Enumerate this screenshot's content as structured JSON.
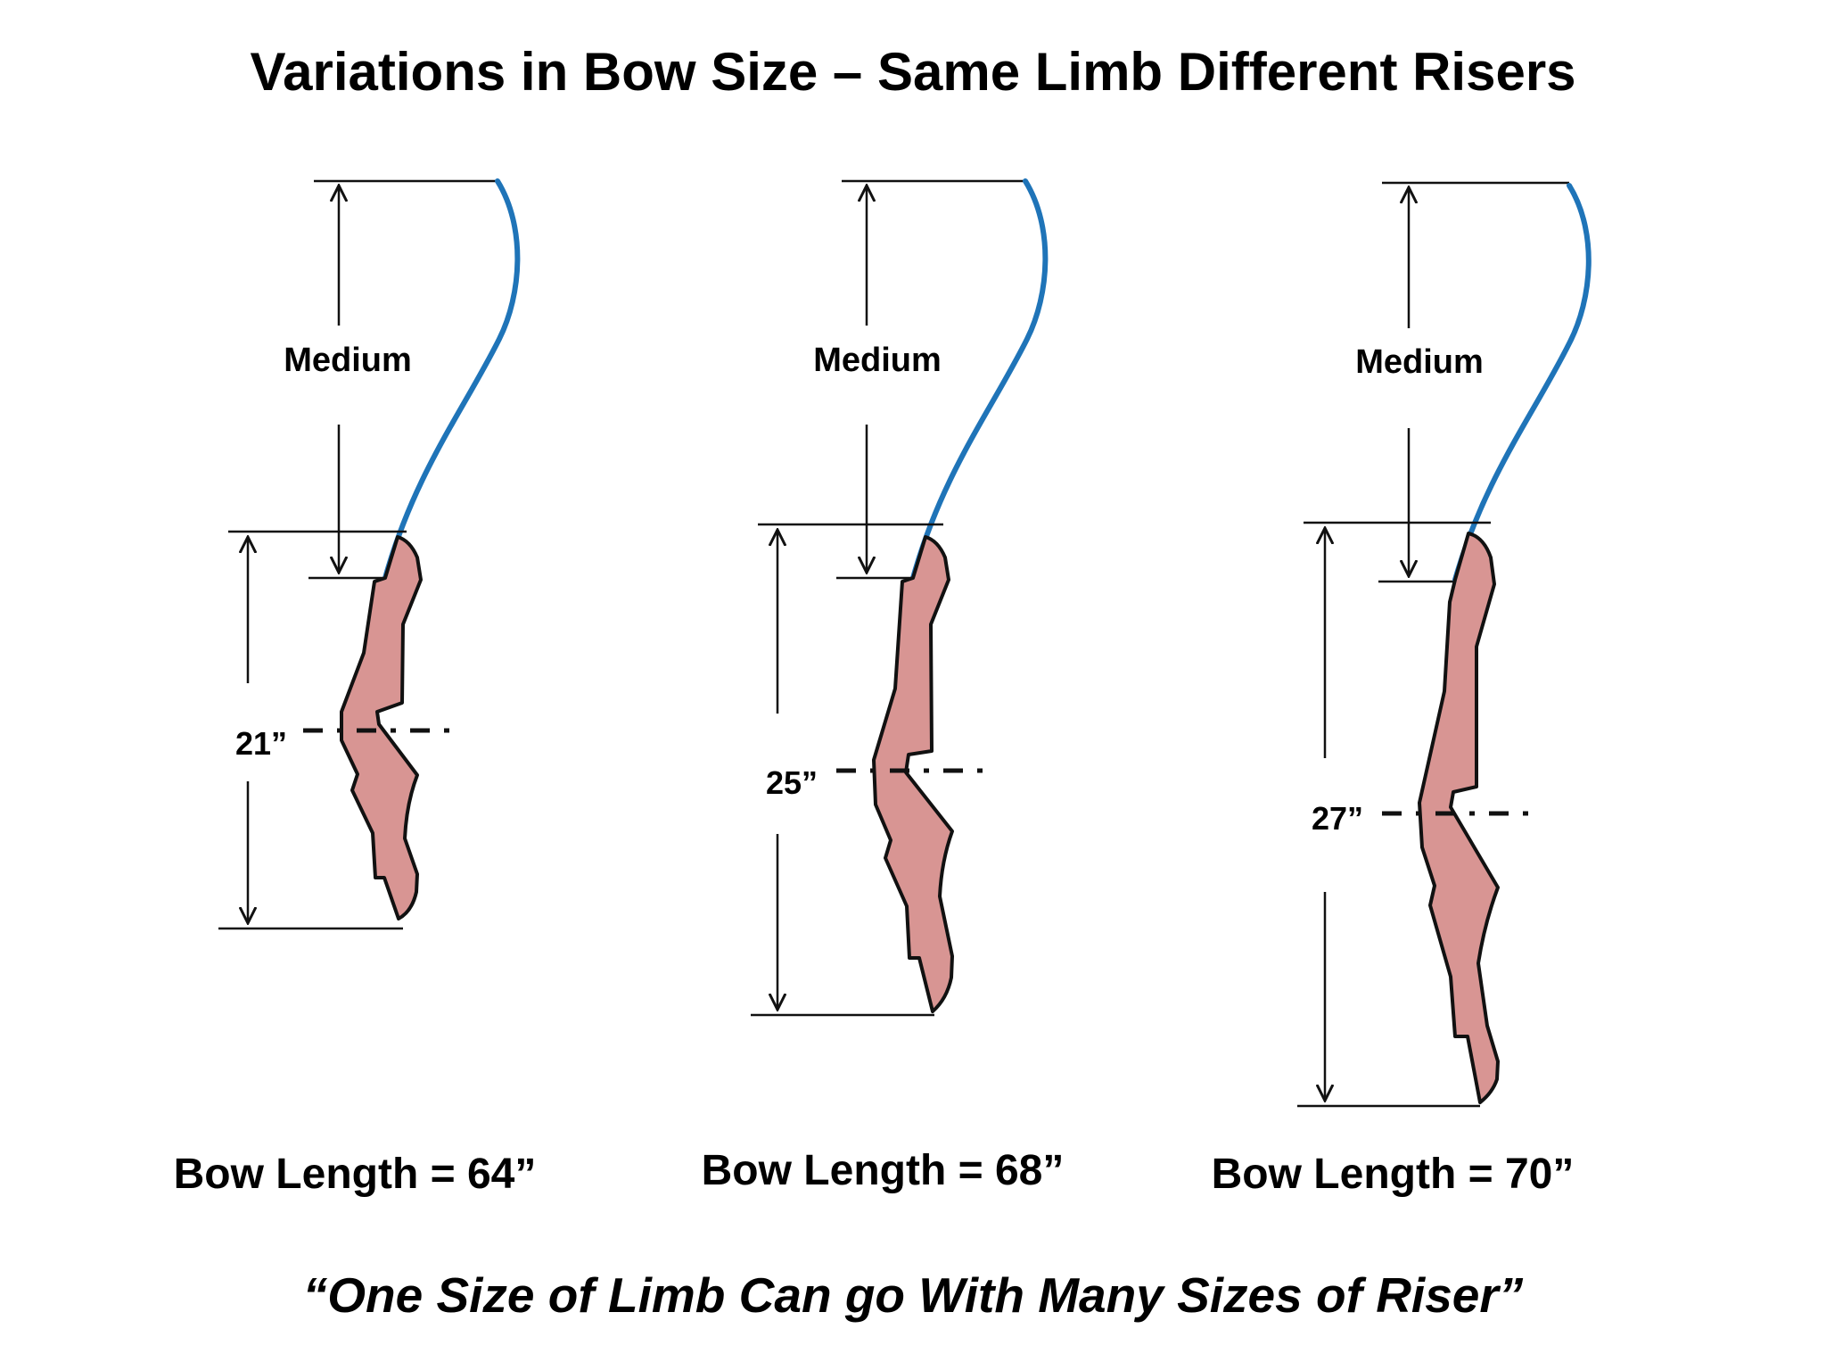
{
  "title": "Variations in Bow Size – Same Limb Different Risers",
  "footer": "“One Size of Limb Can go With Many Sizes of Riser”",
  "colors": {
    "limb": "#1f74b8",
    "riser_fill": "#d89593",
    "outline": "#111111"
  },
  "bows": [
    {
      "limb_label": "Medium",
      "riser_length": "21”",
      "bow_length": "Bow Length = 64”"
    },
    {
      "limb_label": "Medium",
      "riser_length": "25”",
      "bow_length": "Bow Length = 68”"
    },
    {
      "limb_label": "Medium",
      "riser_length": "27”",
      "bow_length": "Bow Length = 70”"
    }
  ]
}
